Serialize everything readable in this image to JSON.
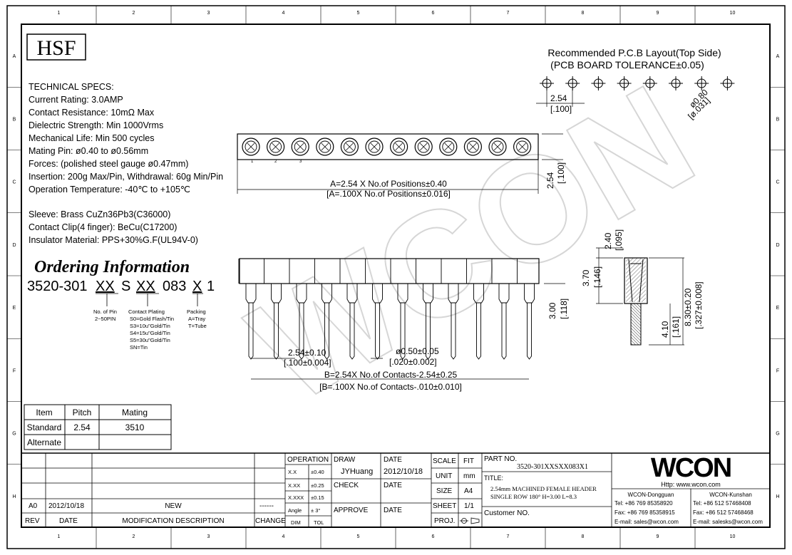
{
  "logo": "HSF",
  "specs": {
    "title": "TECHNICAL SPECS:",
    "lines": [
      "Current Rating: 3.0AMP",
      "Contact Resistance: 10mΩ Max",
      "Dielectric Strength: Min 1000Vrms",
      "Mechanical Life: Min 500 cycles",
      "Mating Pin: ø0.40 to ø0.56mm",
      "Forces: (polished steel gauge ø0.47mm)",
      "Insertion: 200g Max/Pin, Withdrawal: 60g Min/Pin",
      "Operation Temperature: -40℃ to +105℃"
    ],
    "materials": [
      "Sleeve: Brass CuZn36Pb3(C36000)",
      "Contact Clip(4 finger): BeCu(C17200)",
      "Insulator Material: PPS+30%G.F(UL94V-0)"
    ]
  },
  "ordering": {
    "title": "Ordering Information",
    "code": [
      "3520-301",
      "XX",
      "S",
      "XX",
      "083",
      "X",
      "1"
    ],
    "legend": {
      "pin": [
        "No. of Pin",
        "2~50PIN"
      ],
      "plating": [
        "Contact Plating",
        "S0=Gold Flash/Tin",
        "S3=10u\"Gold/Tin",
        "S4=15u\"Gold/Tin",
        "S5=30u\"Gold/Tin",
        "SN=Tin"
      ],
      "packing": [
        "Packing",
        "A=Tray",
        "T=Tube"
      ]
    }
  },
  "mating_table": {
    "headers": [
      "Item",
      "Pitch",
      "Mating"
    ],
    "rows": [
      [
        "Standard",
        "2.54",
        "3510"
      ],
      [
        "Alternate",
        "",
        ""
      ]
    ]
  },
  "pcb": {
    "title1": "Recommended P.C.B Layout(Top Side)",
    "title2": "(PCB BOARD TOLERANCE±0.05)",
    "pitch": "2.54",
    "pitch_in": "[.100]",
    "hole": "ø0.80",
    "hole_in": "[ø.031]"
  },
  "dims": {
    "a1": "A=2.54 X No.of Positions±0.40",
    "a2": "[A=.100X No.of Positions±0.016]",
    "h254": "2.54",
    "h254_in": "[.100]",
    "d240": "2.40",
    "d240_in": "[.095]",
    "d370": "3.70",
    "d370_in": "[.146]",
    "d300": "3.00",
    "d300_in": "[.118]",
    "d410": "4.10",
    "d410_in": "[.161]",
    "d830": "8.30±0.20",
    "d830_in": "[.327±0.008]",
    "p1": "2.54±0.10",
    "p1_in": "[.100±0.004]",
    "pd": "ø0.50±0.05",
    "pd_in": "[.020±0.002]",
    "b1": "B=2.54X No.of Contacts-2.54±0.25",
    "b2": "[B=.100X No.of Contacts-.010±0.010]",
    "pin_nums": [
      "1",
      "2",
      "3"
    ]
  },
  "watermark": "WCON",
  "title_block": {
    "rev_row": [
      "A0",
      "2012/10/18",
      "NEW",
      "------"
    ],
    "rev_headers": [
      "REV",
      "DATE",
      "MODIFICATION DESCRIPTION",
      "CHANGE"
    ],
    "operation": "OPERATION",
    "tol": [
      [
        "X.X",
        "±0.40"
      ],
      [
        "X.XX",
        "±0.25"
      ],
      [
        "X.XXX",
        "±0.15"
      ],
      [
        "Angle",
        "± 3°"
      ],
      [
        "DIM",
        "TOL"
      ]
    ],
    "draw": "DRAW",
    "drawer": "JYHuang",
    "check": "CHECK",
    "approve": "APPROVE",
    "date": "DATE",
    "date_val": "2012/10/18",
    "scale": "SCALE",
    "fit": "FIT",
    "unit": "UNIT",
    "mm": "mm",
    "size": "SIZE",
    "a4": "A4",
    "sheet": "SHEET",
    "sheet_val": "1/1",
    "proj": "PROJ.",
    "part_no_label": "PART NO.",
    "part_no": "3520-301XXSXX083X1",
    "title_label": "TITLE:",
    "title1": "2.54mm MACHINED FEMALE HEADER",
    "title2": "SINGLE ROW 180° H=3.00 L=8.3",
    "customer": "Customer NO.",
    "brand": "WCON",
    "http": "Http: www.wcon.com",
    "dg": [
      "WCON-Dongguan",
      "Tel: +86 769 85358920",
      "Fax: +86 769 85358915",
      "E-mail: sales@wcon.com"
    ],
    "ks": [
      "WCON-Kunshan",
      "Tel: +86 512 57468408",
      "Fax: +86 512 57468468",
      "E-mail: salesks@wcon.com"
    ]
  },
  "border": {
    "cols": [
      "1",
      "2",
      "3",
      "4",
      "5",
      "6",
      "7",
      "8",
      "9",
      "10"
    ],
    "rows": [
      "A",
      "B",
      "C",
      "D",
      "E",
      "F",
      "G",
      "H"
    ]
  }
}
